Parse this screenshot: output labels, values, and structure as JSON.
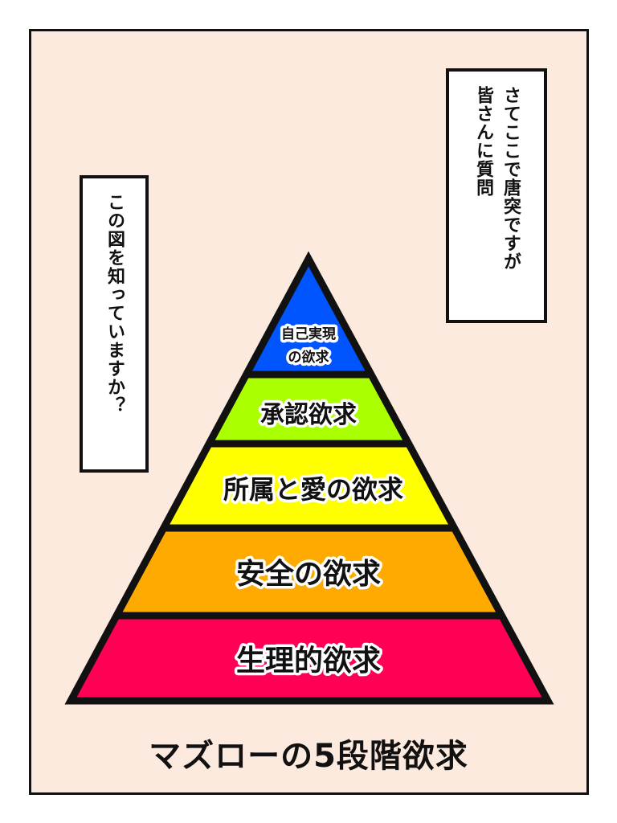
{
  "captions": {
    "right_col1": "さてここで唐突ですが",
    "right_col2": "皆さんに質問",
    "left": "この図を知っていますか？"
  },
  "title": "マズローの5段階欲求",
  "pyramid": {
    "levels": [
      {
        "line1": "自己実現",
        "line2": "の欲求",
        "color": "#0055ff"
      },
      {
        "label": "承認欲求",
        "color": "#aaff00"
      },
      {
        "label": "所属と愛の欲求",
        "color": "#ffff00"
      },
      {
        "label": "安全の欲求",
        "color": "#ffaa00"
      },
      {
        "label": "生理的欲求",
        "color": "#ff0055"
      }
    ]
  }
}
